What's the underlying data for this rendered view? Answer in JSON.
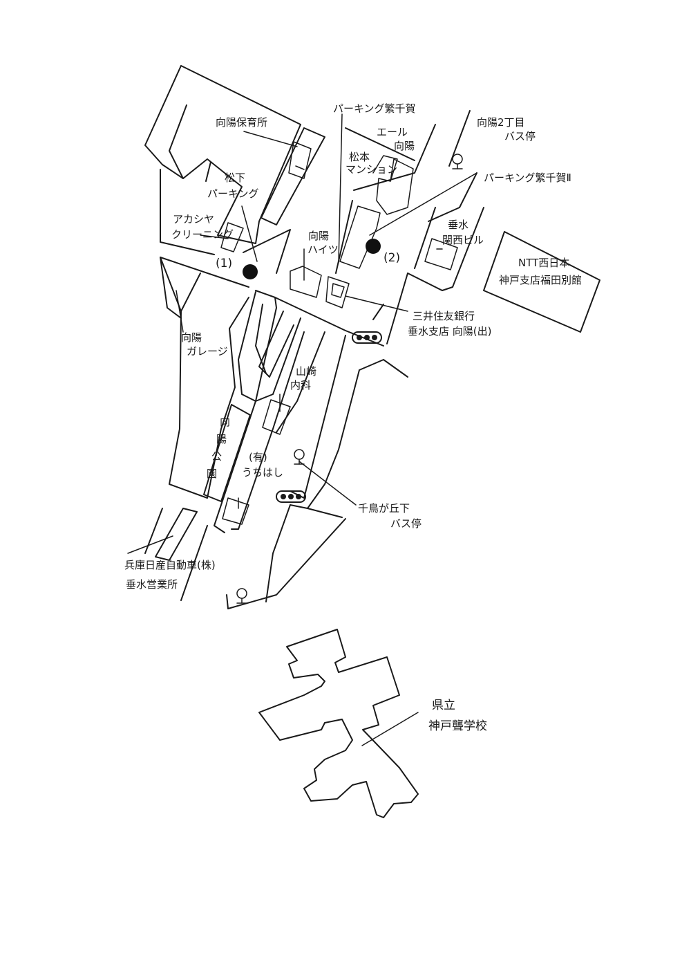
{
  "map": {
    "labels": {
      "nursery": "向陽保育所",
      "matsushita_parking_1": "松下",
      "matsushita_parking_2": "パーキング",
      "akashiya_1": "アカシヤ",
      "akashiya_2": "クリーニング",
      "marker_1": "(1)",
      "marker_2": "(2)",
      "parking_chiga": "パーキング繁千賀",
      "yell_1": "エール",
      "yell_2": "向陽",
      "matsumoto_1": "松本",
      "matsumoto_2": "マンション",
      "koyo_heights_1": "向陽",
      "koyo_heights_2": "ハイツ",
      "bus_stop_2chome_1": "向陽2丁目",
      "bus_stop_2chome_2": "バス停",
      "parking_chiga_2": "パーキング繁千賀Ⅱ",
      "kansai_1": "垂水",
      "kansai_2": "関西ビル",
      "ntt_1": "NTT西日本",
      "ntt_2": "神戸支店福田別館",
      "bank_1": "三井住友銀行",
      "bank_2": "垂水支店 向陽(出)",
      "garage_1": "向陽",
      "garage_2": "ガレージ",
      "yamasaki_1": "山崎",
      "yamasaki_2": "内科",
      "park": [
        "向",
        "陽",
        "公",
        "園"
      ],
      "uchihashi_1": "(有)",
      "uchihashi_2": "うちはし",
      "chidori_1": "千鳥が丘下",
      "chidori_2": "バス停",
      "nissan_1": "兵庫日産自動車(株)",
      "nissan_2": "垂水営業所",
      "school_1": "県立",
      "school_2": "神戸聾学校"
    },
    "icons": [
      "bus-stop-icon",
      "traffic-signal-icon",
      "parking-spot-marker"
    ]
  }
}
